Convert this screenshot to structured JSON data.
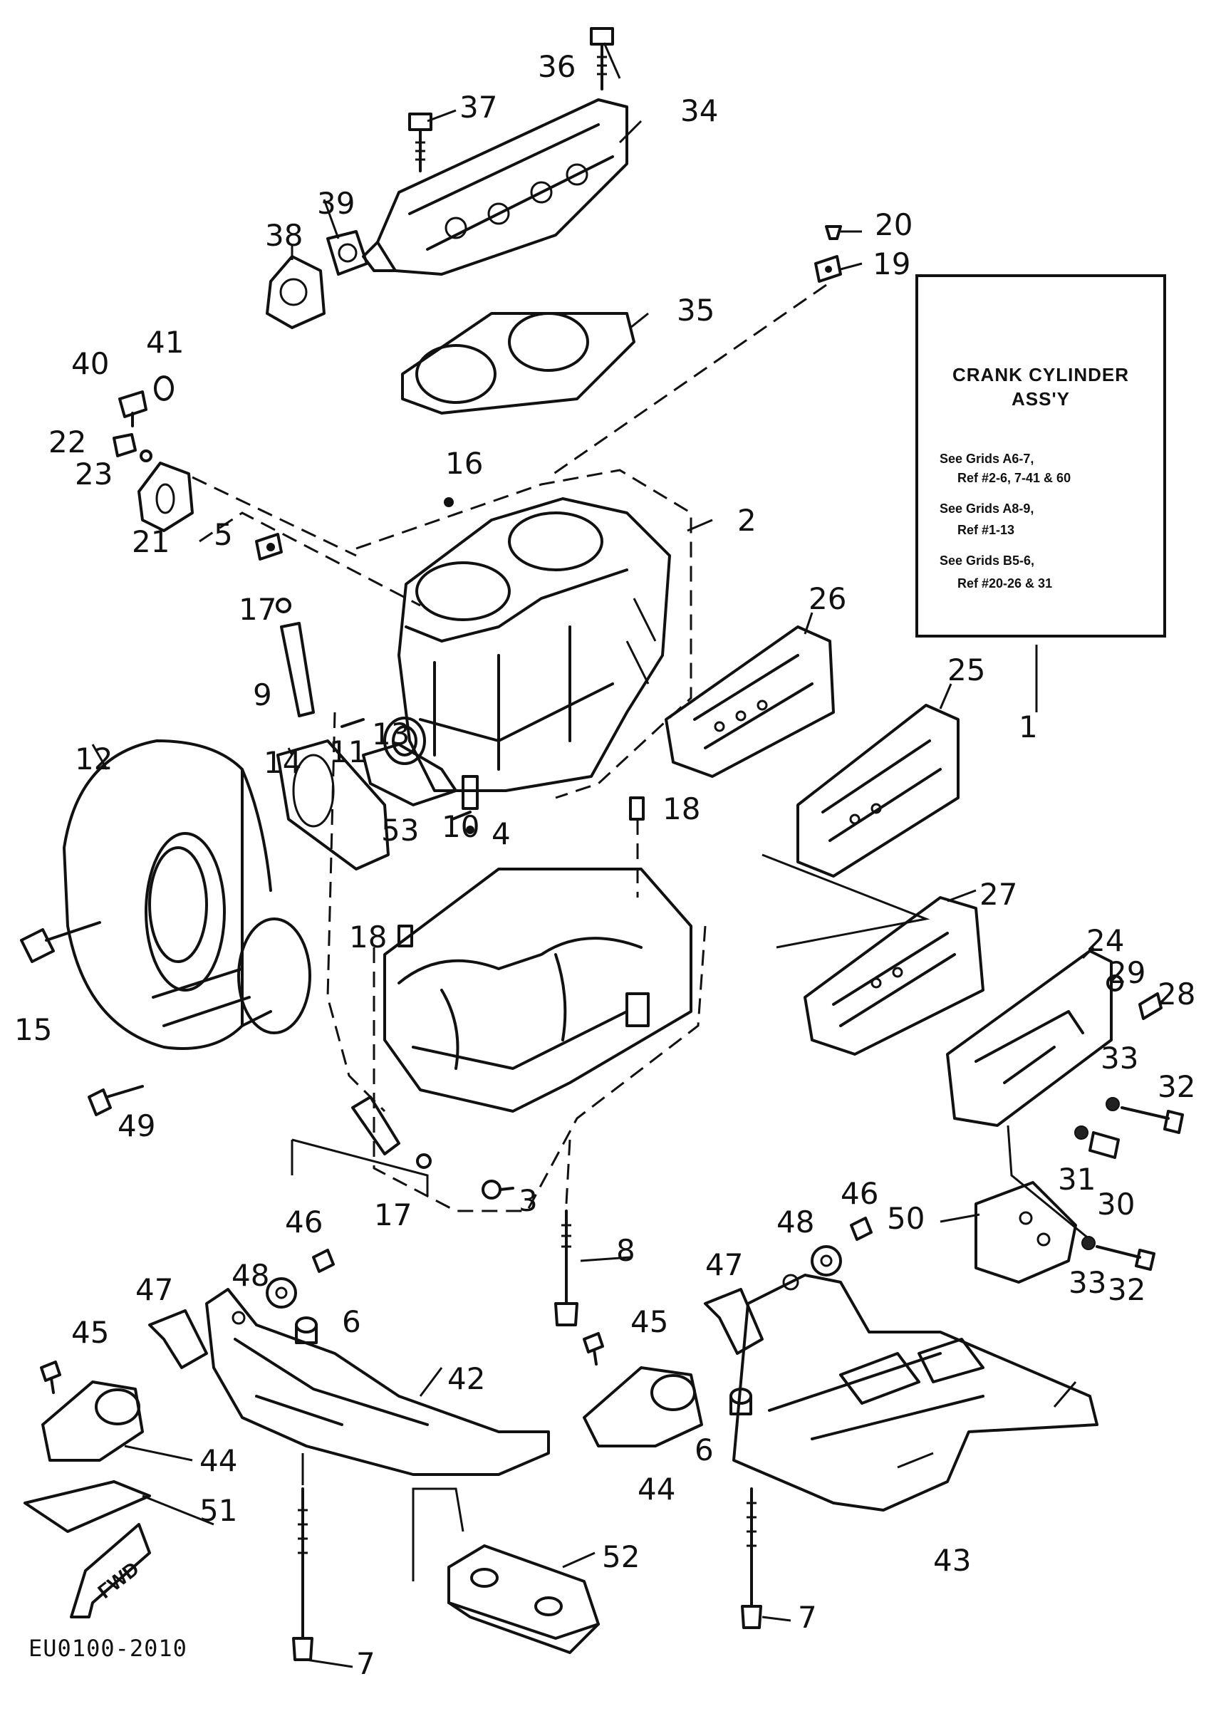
{
  "info_box": {
    "title_line1": "CRANK CYLINDER",
    "title_line2": "ASS'Y",
    "refs": [
      {
        "grids": "See Grids A6-7,",
        "refs": "Ref #2-6, 7-41 & 60"
      },
      {
        "grids": "See Grids A8-9,",
        "refs": "Ref #1-13"
      },
      {
        "grids": "See Grids B5-6,",
        "refs": "Ref #20-26 & 31"
      }
    ]
  },
  "fwd_label": "FWD",
  "footer_code": "EU0100-2010",
  "callouts": [
    "36",
    "37",
    "34",
    "20",
    "19",
    "39",
    "38",
    "35",
    "41",
    "40",
    "22",
    "23",
    "16",
    "2",
    "21",
    "5",
    "17",
    "9",
    "26",
    "25",
    "1",
    "12",
    "14",
    "11",
    "13",
    "10",
    "53",
    "4",
    "18",
    "18",
    "15",
    "49",
    "17",
    "3",
    "27",
    "24",
    "29",
    "28",
    "33",
    "32",
    "31",
    "30",
    "46",
    "48",
    "8",
    "47",
    "45",
    "6",
    "42",
    "44",
    "51",
    "52",
    "7",
    "50",
    "33",
    "32",
    "46",
    "48",
    "47",
    "45",
    "44",
    "6",
    "43",
    "7"
  ],
  "colors": {
    "ink": "#111111",
    "paper": "#ffffff"
  }
}
